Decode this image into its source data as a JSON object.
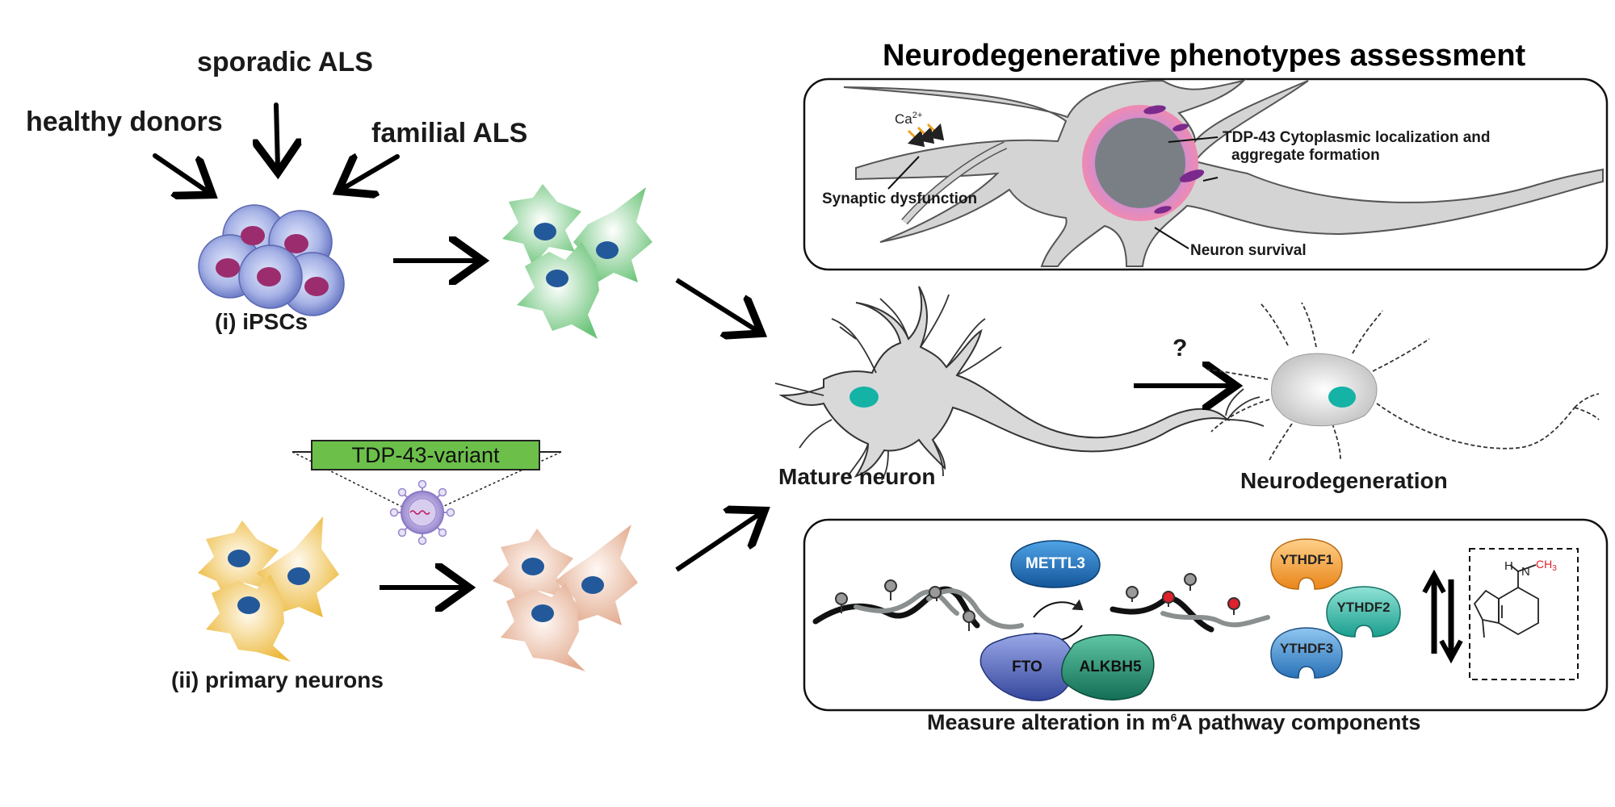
{
  "title": "Neurodegenerative phenotypes assessment",
  "sources": {
    "healthy": "healthy donors",
    "sporadic": "sporadic ALS",
    "familial": "familial ALS"
  },
  "ipsc_label": "(i) iPSCs",
  "primary_label": "(ii) primary neurons",
  "variant_label": "TDP-43-variant",
  "phenotypes": {
    "calcium": "Ca",
    "calcium_sup": "2+",
    "synaptic": "Synaptic dysfunction",
    "tdp43_line1": "TDP-43 Cytoplasmic localization and",
    "tdp43_line2": "aggregate formation",
    "survival": "Neuron survival"
  },
  "mature_neuron": "Mature neuron",
  "question": "?",
  "neurodegeneration": "Neurodegeneration",
  "m6a": {
    "writer": "METTL3",
    "eraser1": "FTO",
    "eraser2": "ALKBH5",
    "reader1": "YTHDF1",
    "reader2": "YTHDF2",
    "reader3": "YTHDF3",
    "chem_h": "H",
    "chem_n": "N",
    "chem_ch3": "CH",
    "chem_3": "3",
    "caption_pre": "Measure alteration in m",
    "caption_sup": "6",
    "caption_post": "A pathway components"
  },
  "colors": {
    "ipsc_blue": "#6f7fc6",
    "nucleus_magenta": "#9b2d6e",
    "green_cell": "#7fcf8a",
    "yellow_cell": "#efc04a",
    "peach_cell": "#e8b9a0",
    "teal_nucleus": "#14b3a6",
    "mettl3": "#1f6fb5",
    "fto": "#4b5fb0",
    "alkbh5": "#1f8a6d",
    "ythdf1": "#f09a2a",
    "ythdf2": "#2bb5a4",
    "ythdf3": "#3a86c9",
    "methyl_red": "#e0202a"
  }
}
